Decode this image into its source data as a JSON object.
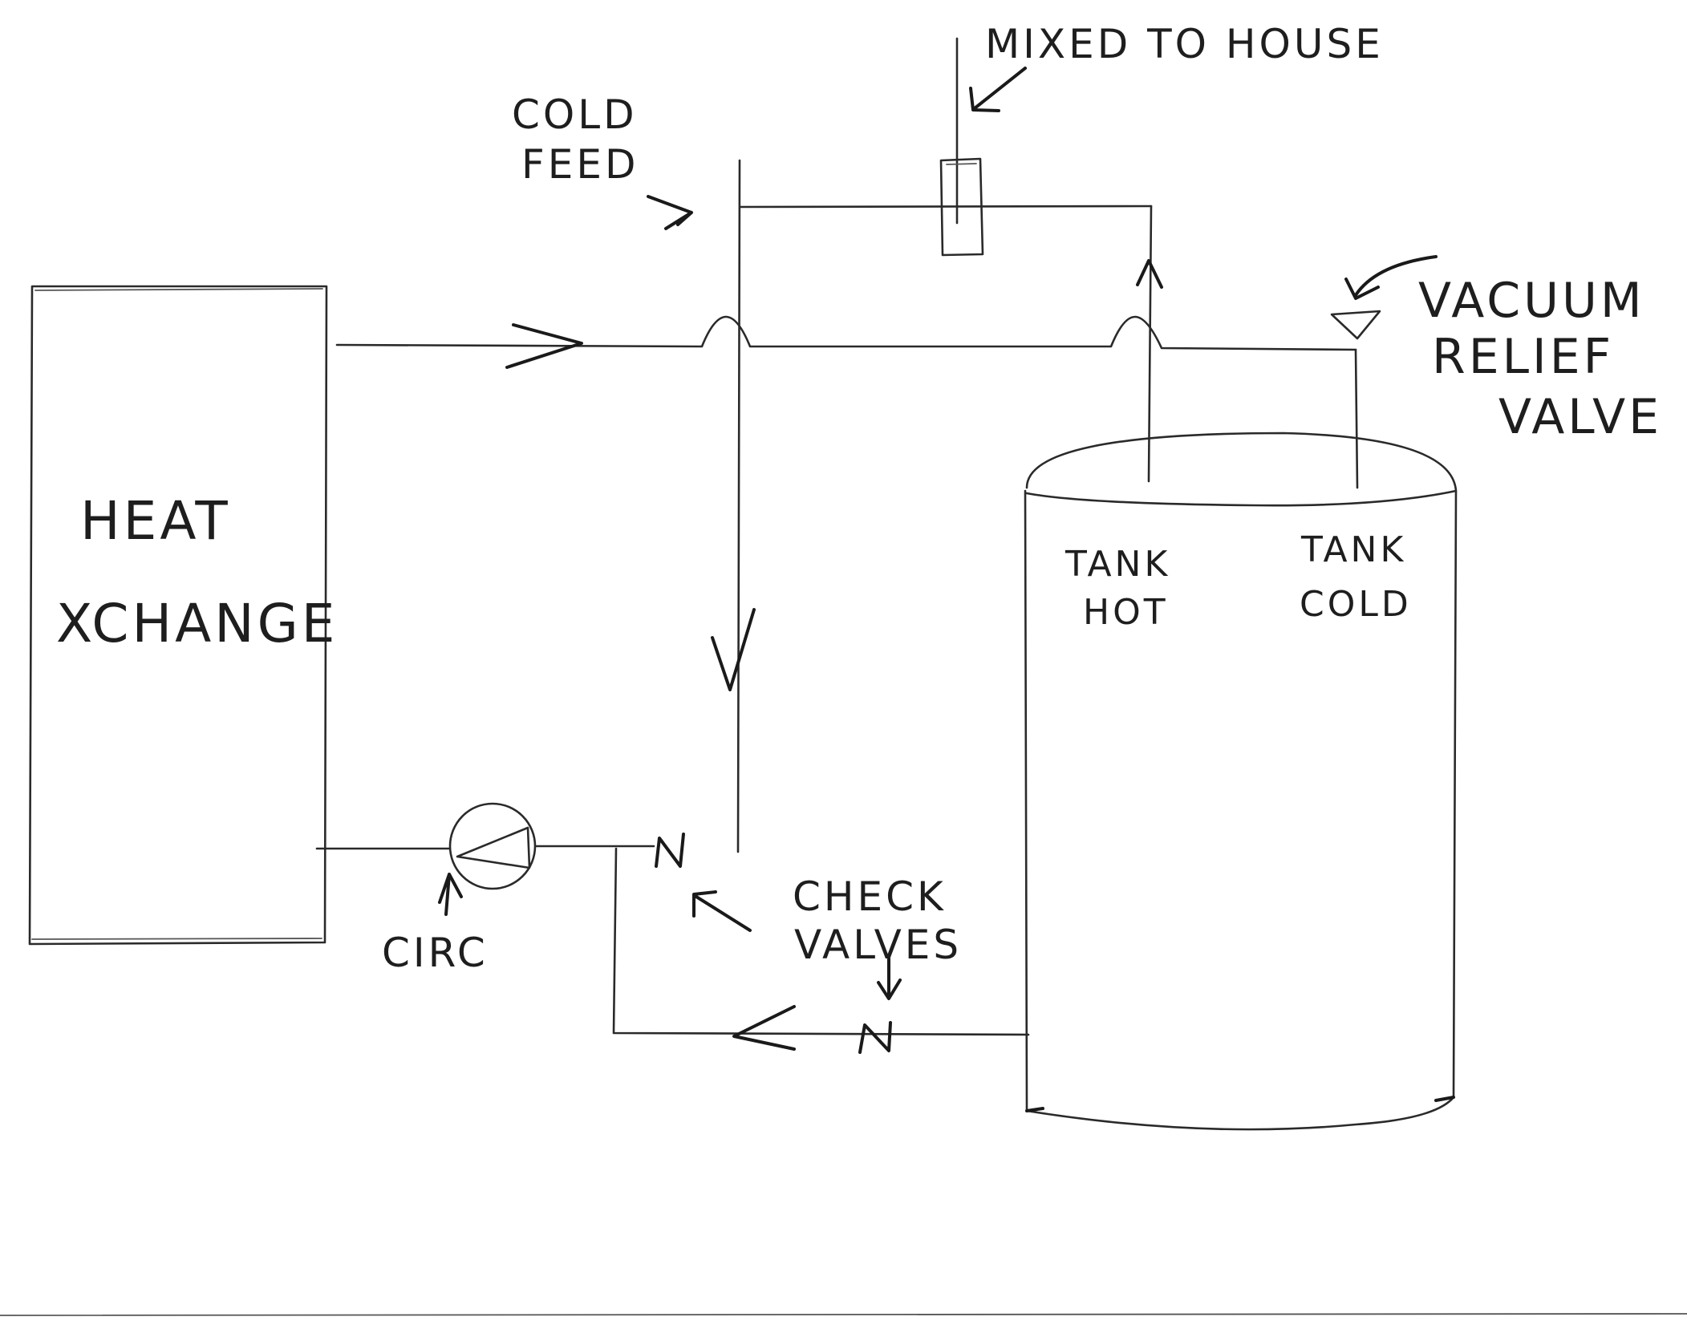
{
  "labels": {
    "heat_exchanger_line1": "HEAT",
    "heat_exchanger_line2": "XCHANGE",
    "cold_feed_line1": "COLD",
    "cold_feed_line2": "FEED",
    "mixed_to_house": "MIXED TO HOUSE",
    "vacuum_relief_line1": "VACUUM",
    "vacuum_relief_line2": "RELIEF",
    "vacuum_relief_line3": "VALVE",
    "tank_hot_line1": "TANK",
    "tank_hot_line2": "HOT",
    "tank_cold_line1": "TANK",
    "tank_cold_line2": "COLD",
    "circ": "CIRC",
    "check_valves_line1": "CHECK",
    "check_valves_line2": "VALVES"
  },
  "style": {
    "ink_color": "#2a2a2a",
    "paper_color": "#ffffff"
  }
}
